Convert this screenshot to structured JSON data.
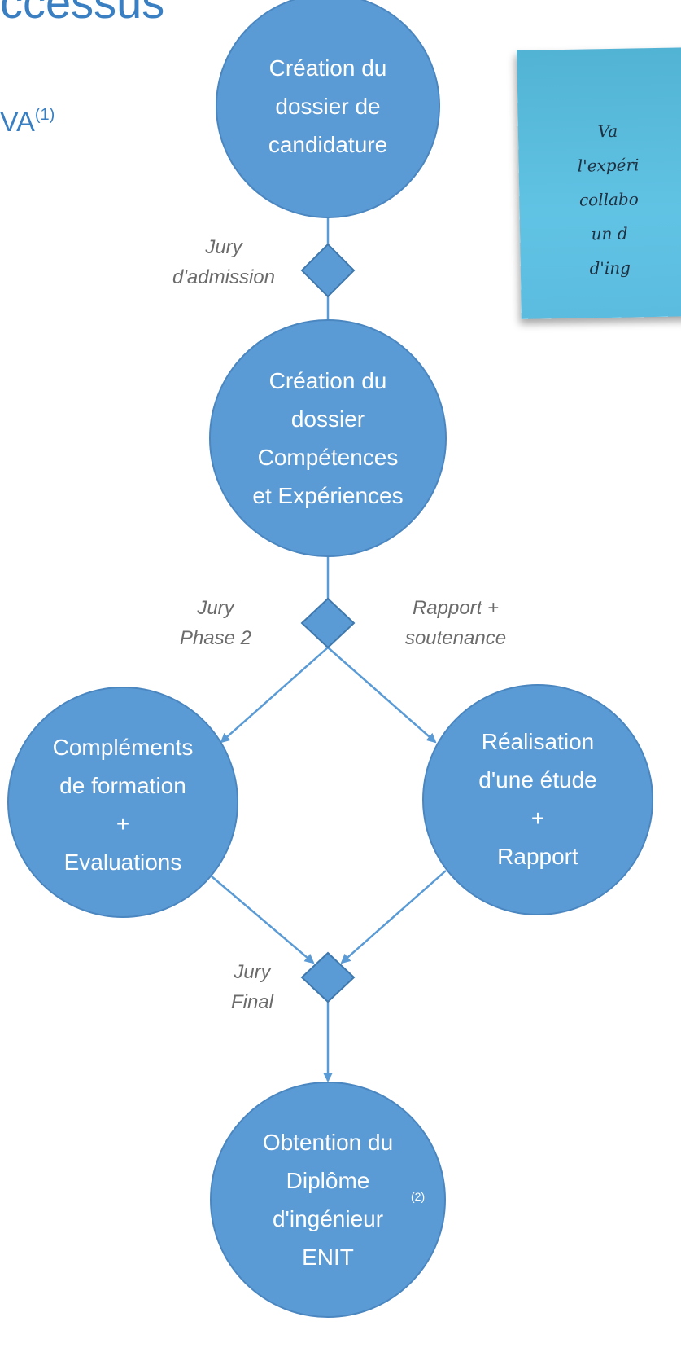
{
  "header": {
    "title_fragment": "ccessus",
    "va_fragment": "VA",
    "va_footnote": "(1)"
  },
  "sticky_note": {
    "text": "Va\nl'expéri\ncollabo\nun d\nd'ing"
  },
  "nodes": {
    "creation_candidature": "Création du\ndossier de\ncandidature",
    "creation_competences": "Création du\ndossier\nCompétences\net Expériences",
    "complements": "Compléments\nde formation\n+\nEvaluations",
    "realisation": "Réalisation\nd'une étude\n+\nRapport",
    "obtention": "Obtention du\nDiplôme\nd'ingénieur\nENIT",
    "obtention_footnote": "(2)"
  },
  "labels": {
    "jury_admission": "Jury\nd'admission",
    "jury_phase2": "Jury\nPhase 2",
    "rapport_soutenance": "Rapport +\nsoutenance",
    "jury_final": "Jury\nFinal"
  },
  "colors": {
    "node_fill": "#5b9bd5",
    "node_stroke": "#4a86c0",
    "title": "#3a7fc1",
    "label": "#6b6b6b",
    "sticky": "#5bbfe1"
  }
}
